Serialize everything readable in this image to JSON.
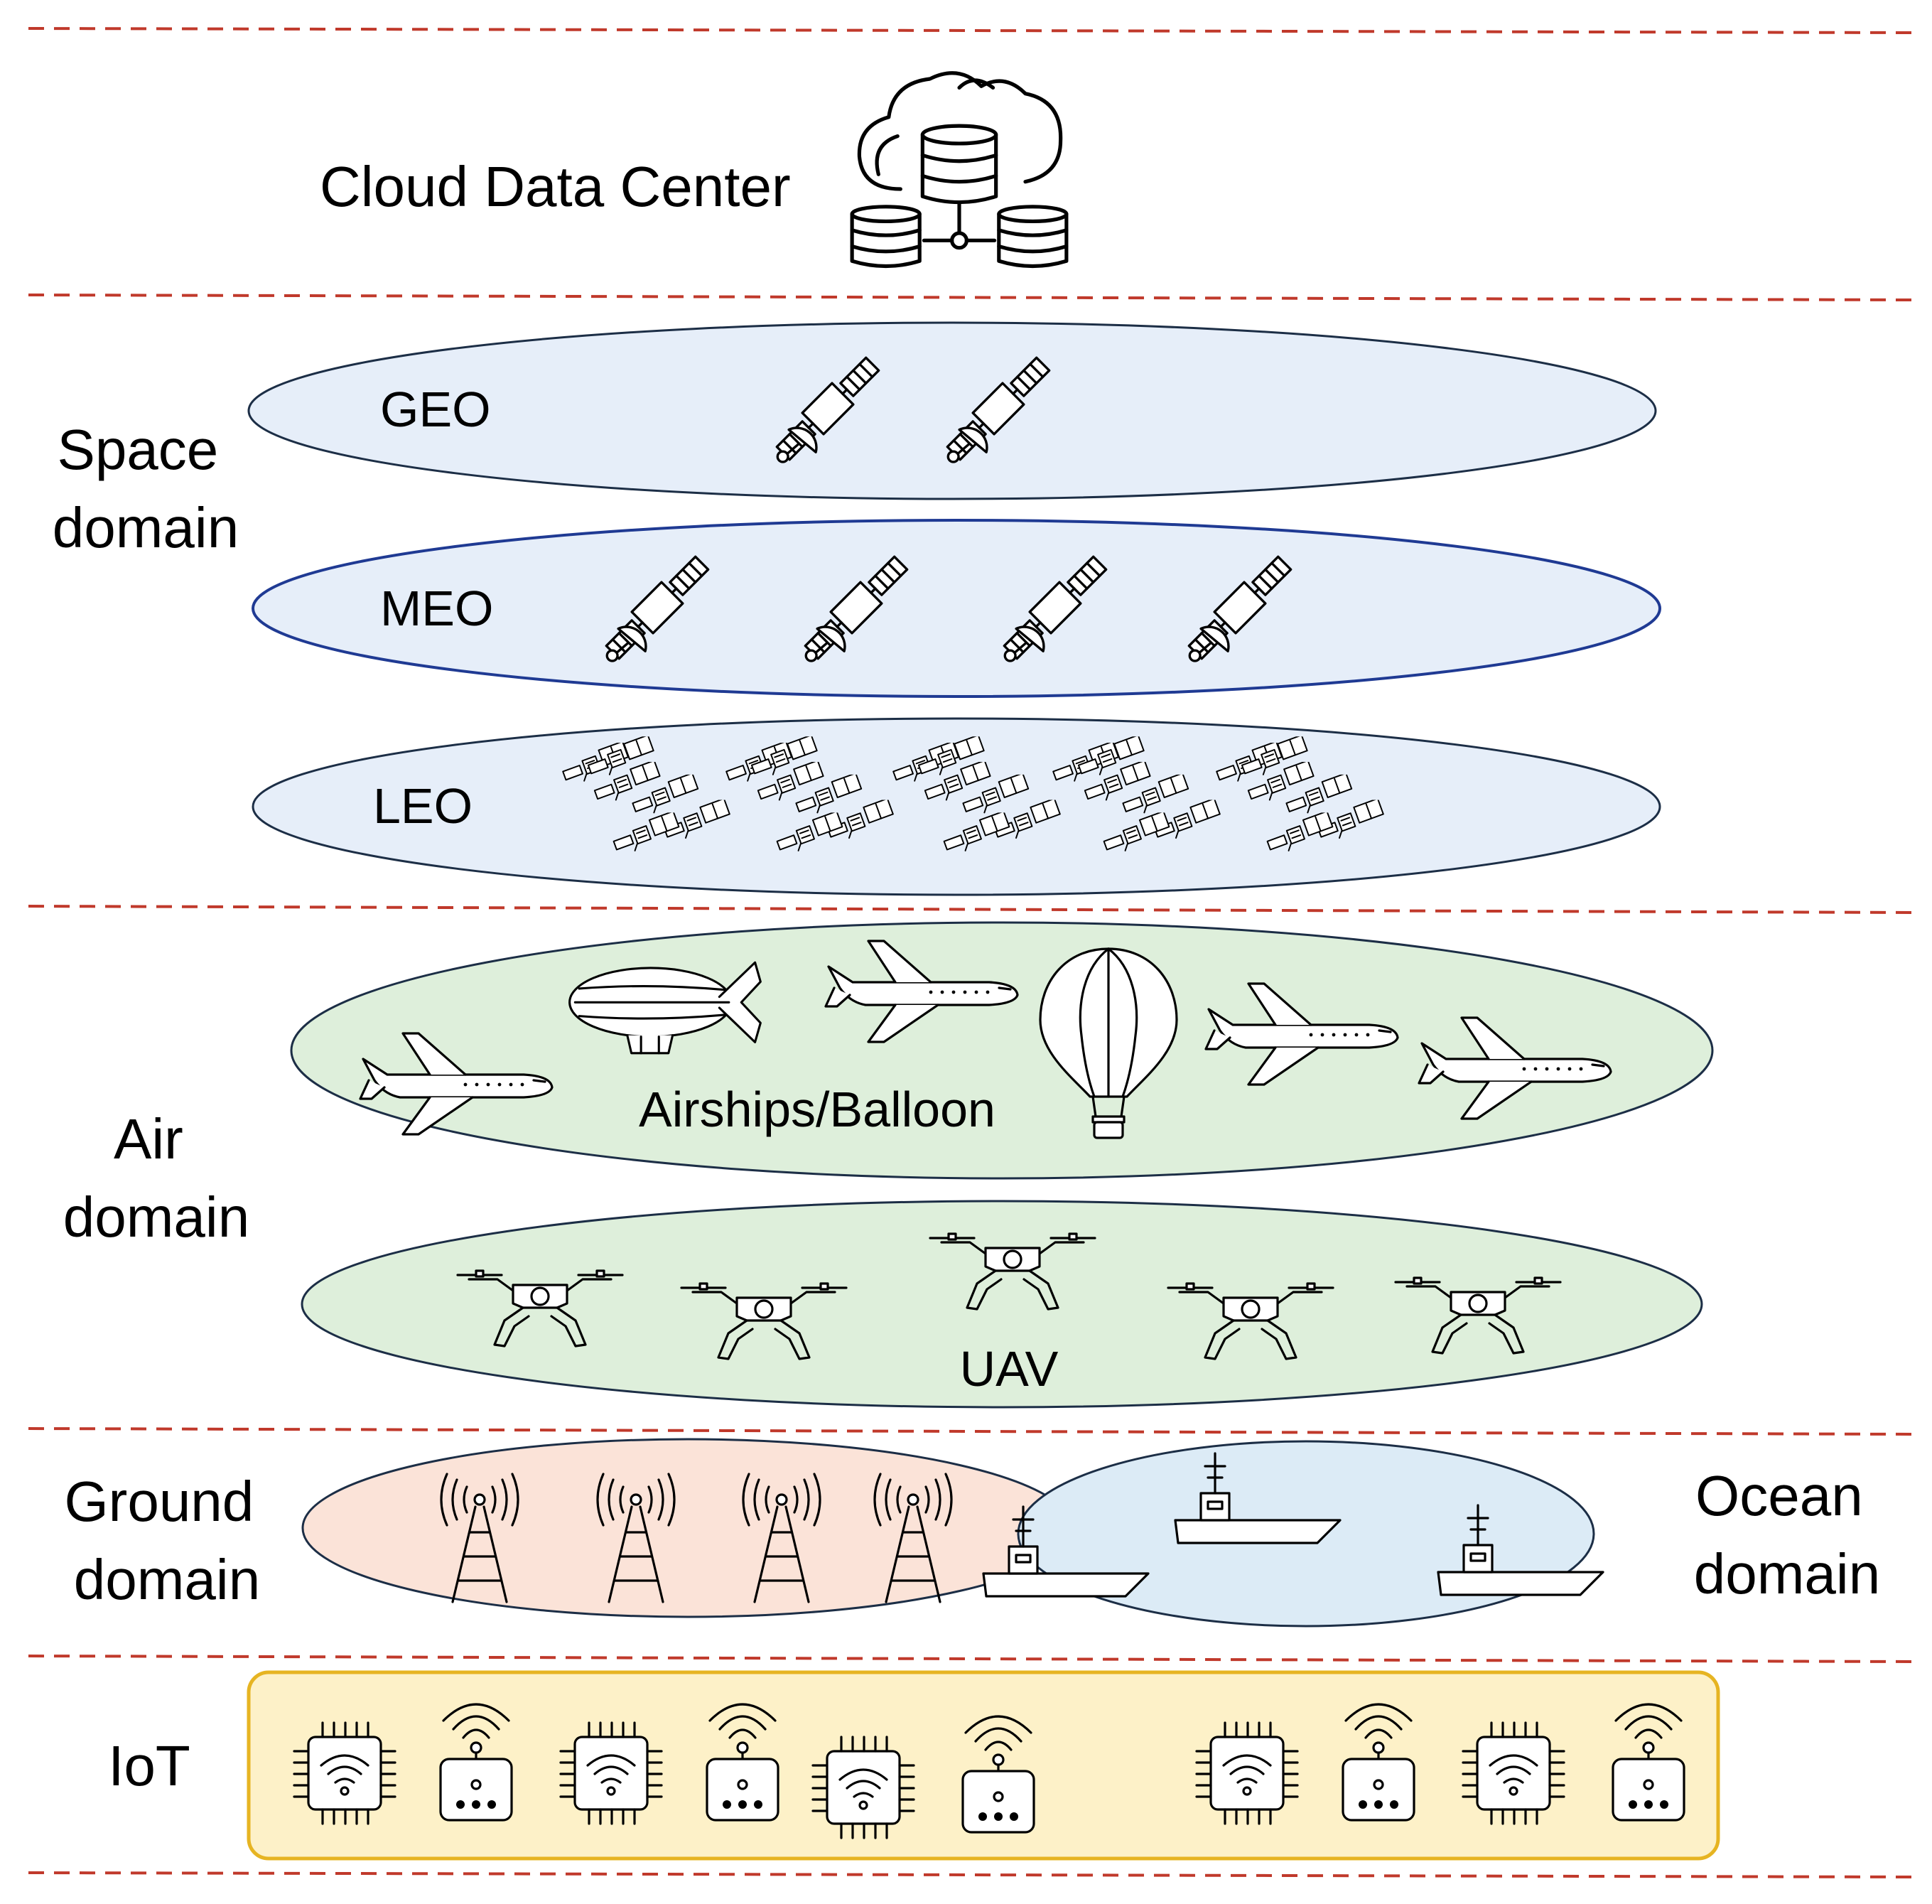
{
  "title": "Cloud Data Center",
  "domains": {
    "space": "Space\ndomain",
    "air": "Air\ndomain",
    "ground": "Ground\ndomain",
    "ocean": "Ocean\ndomain",
    "iot": "IoT"
  },
  "layers": {
    "geo": "GEO",
    "meo": "MEO",
    "leo": "LEO",
    "airships": "Airships/Balloon",
    "uav": "UAV"
  },
  "colors": {
    "separator": "#c0392b",
    "geo_fill": "#e6eef9",
    "meo_fill": "#e6eef9",
    "meo_stroke": "#1f3a93",
    "leo_fill": "#e6eef9",
    "air_fill": "#deefdb",
    "ground_fill": "#fbe3d8",
    "ocean_fill": "#dcebf6",
    "iot_fill": "#fdf1c8",
    "iot_stroke": "#e6b422"
  },
  "icons": {
    "cloud": "cloud-database-icon",
    "satellite": "satellite-icon",
    "smallsat": "small-satellite-cluster-icon",
    "airplane": "airplane-icon",
    "airship": "airship-icon",
    "balloon": "hot-air-balloon-icon",
    "drone": "drone-icon",
    "tower": "cell-tower-icon",
    "ship": "ship-icon",
    "chip": "wifi-chip-icon",
    "sensor": "wifi-sensor-icon"
  }
}
